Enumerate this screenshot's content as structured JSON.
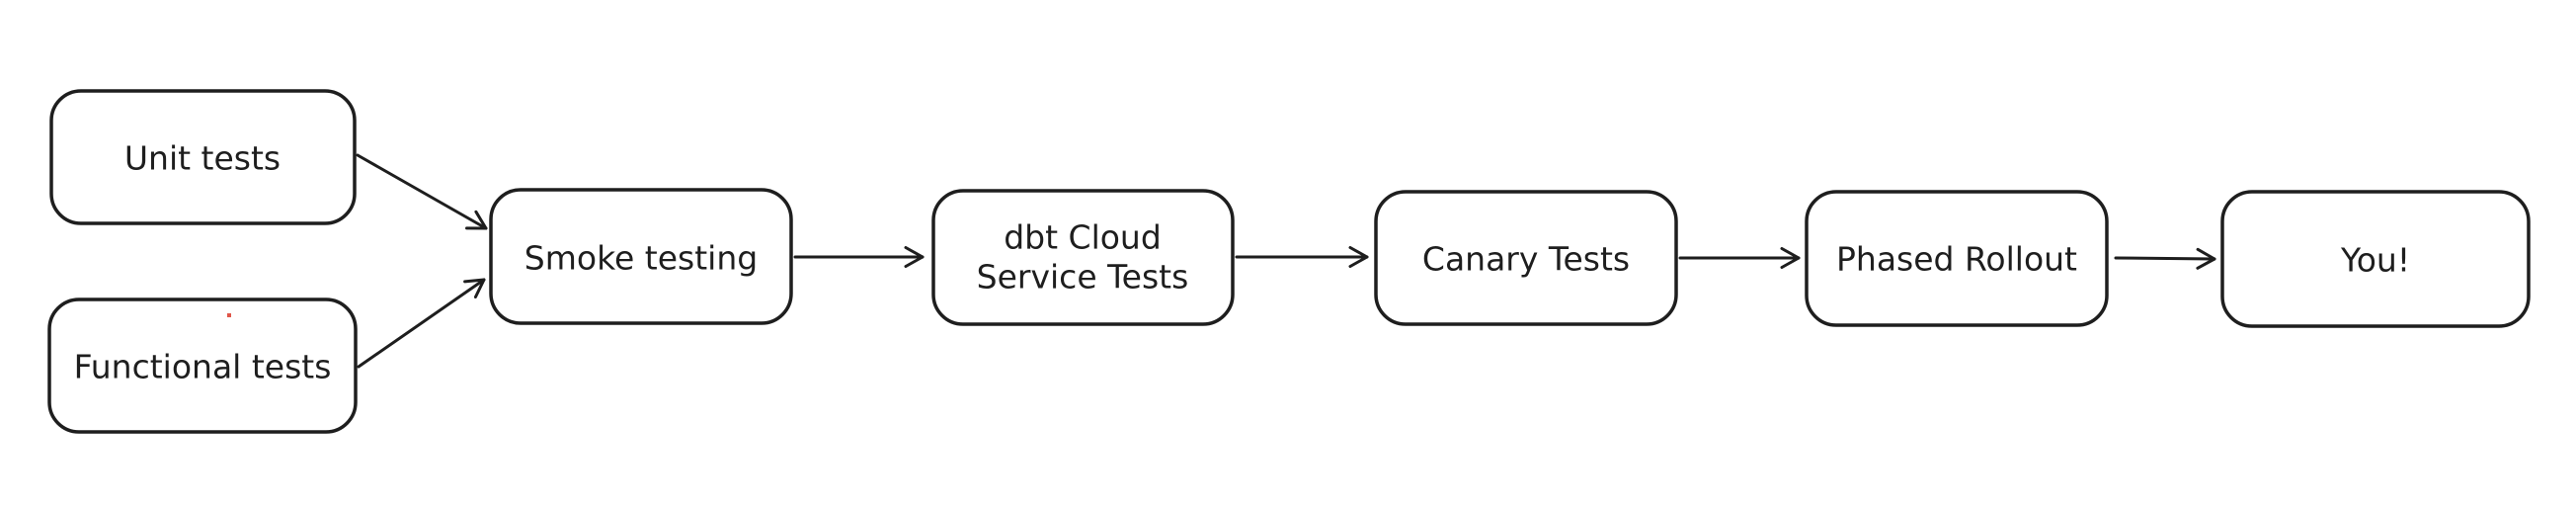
{
  "diagram": {
    "type": "flowchart",
    "style": "hand-drawn",
    "colors": {
      "background": "#ffffff",
      "stroke": "#1e1e1e",
      "node_fill": "#ffffff",
      "text": "#1e1e1e",
      "artifact_dot": "#e0564a"
    },
    "nodes": {
      "unit_tests": {
        "label": "Unit tests"
      },
      "functional_tests": {
        "label": "Functional tests"
      },
      "smoke_testing": {
        "label": "Smoke testing"
      },
      "dbt_cloud_service_tests": {
        "label_line1": "dbt Cloud",
        "label_line2": "Service Tests"
      },
      "canary_tests": {
        "label": "Canary Tests"
      },
      "phased_rollout": {
        "label": "Phased Rollout"
      },
      "you": {
        "label": "You!"
      }
    },
    "edges": [
      {
        "from": "unit_tests",
        "to": "smoke_testing"
      },
      {
        "from": "functional_tests",
        "to": "smoke_testing"
      },
      {
        "from": "smoke_testing",
        "to": "dbt_cloud_service_tests"
      },
      {
        "from": "dbt_cloud_service_tests",
        "to": "canary_tests"
      },
      {
        "from": "canary_tests",
        "to": "phased_rollout"
      },
      {
        "from": "phased_rollout",
        "to": "you"
      }
    ]
  }
}
